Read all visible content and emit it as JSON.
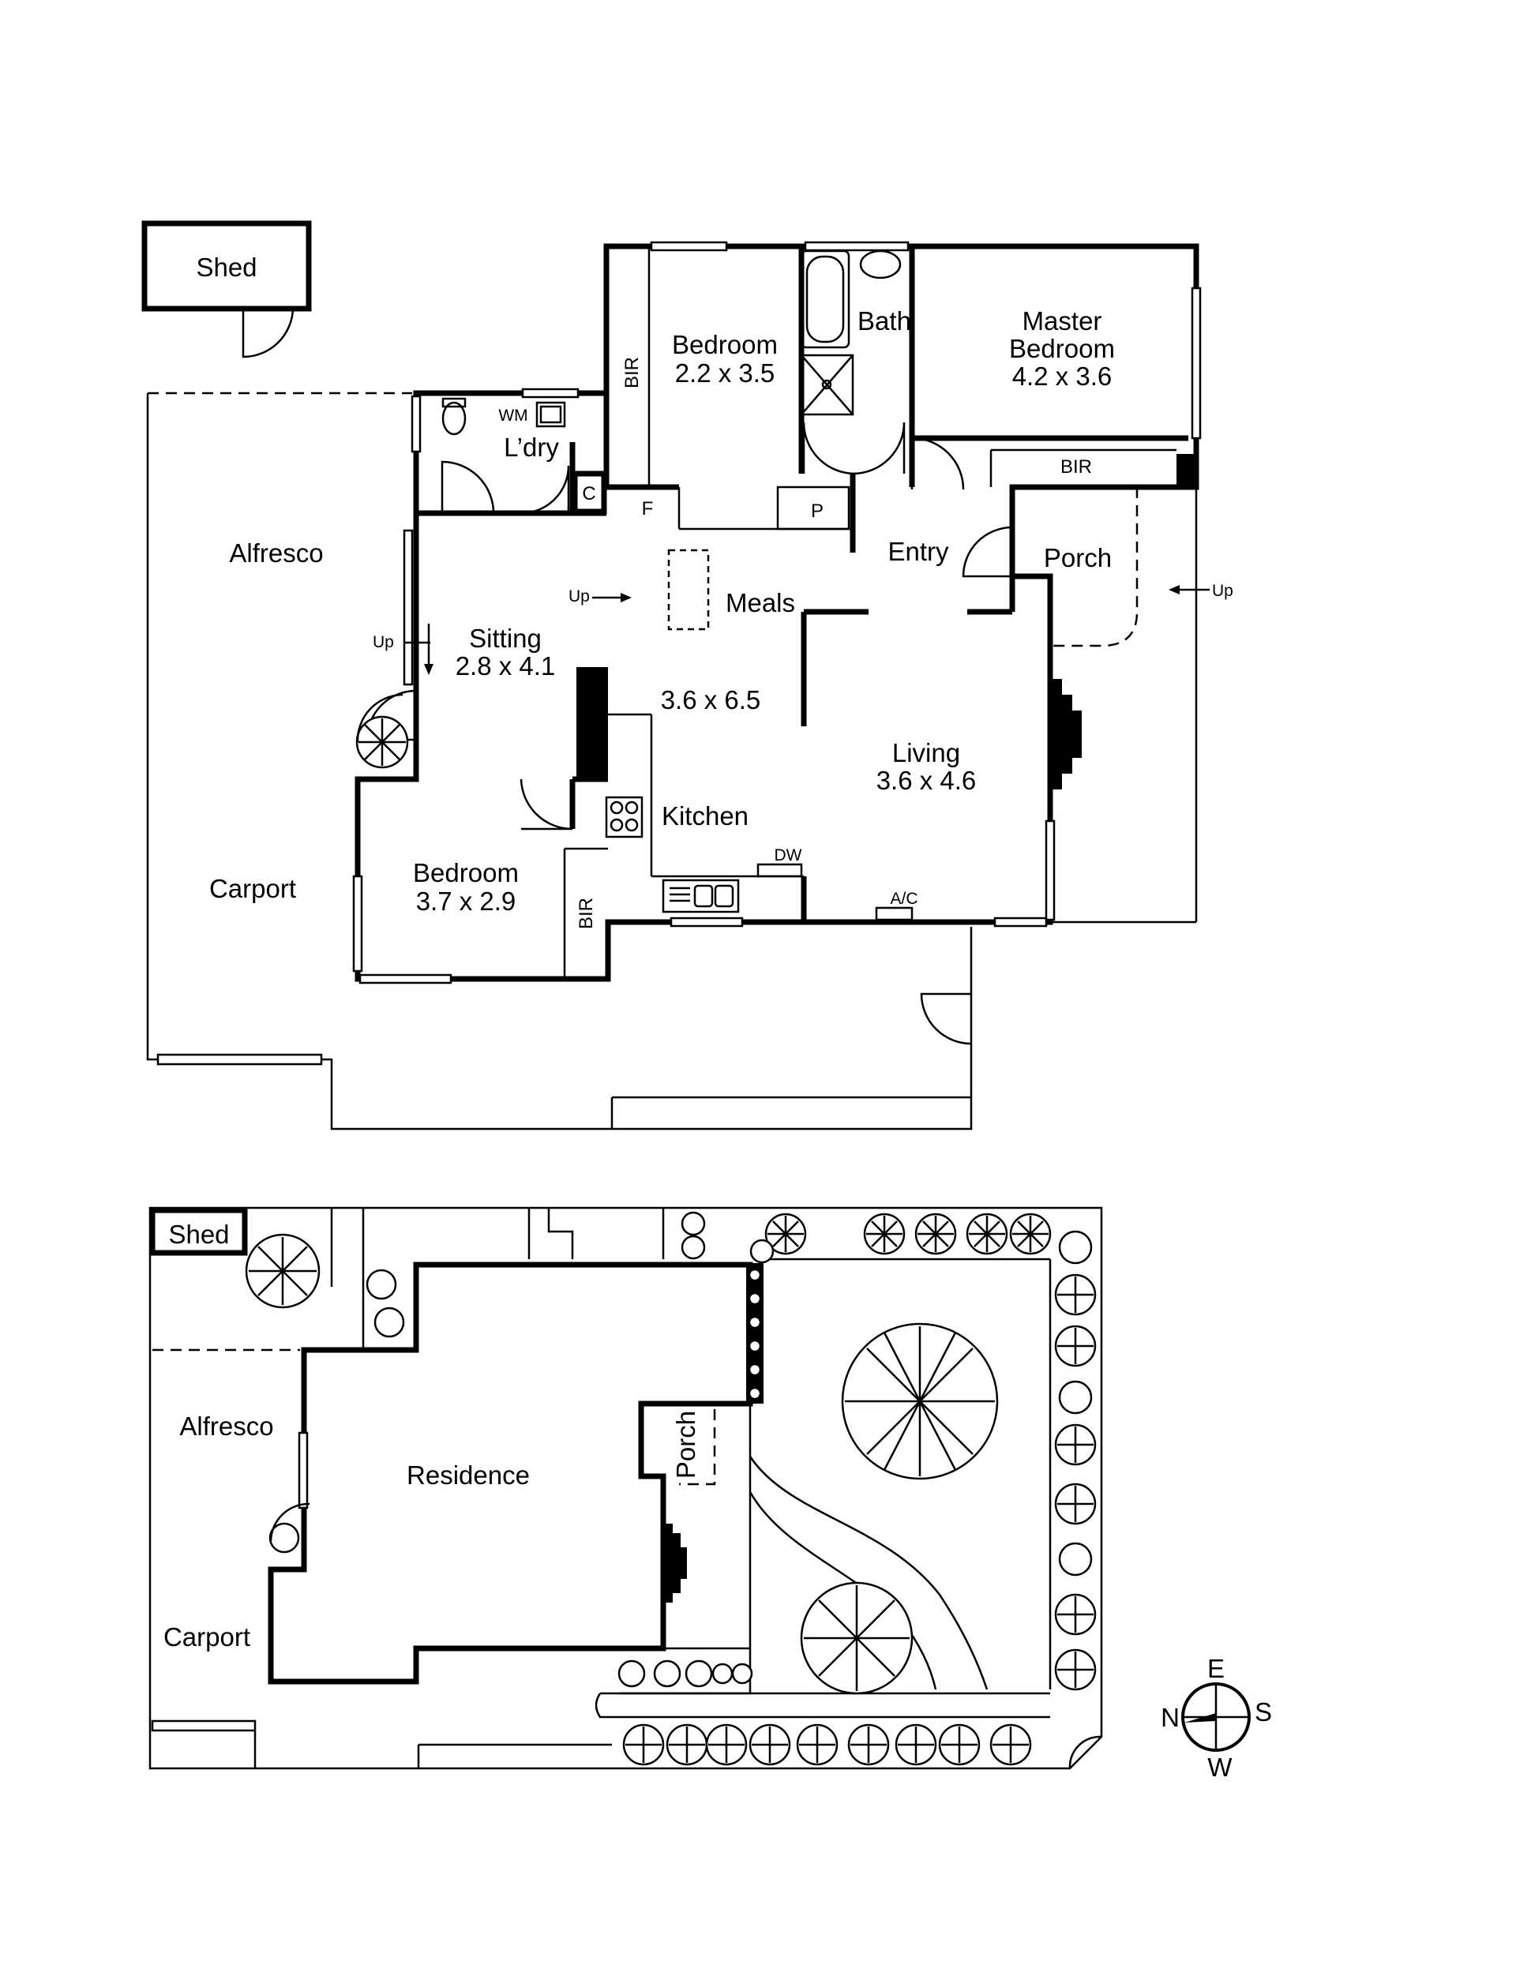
{
  "floor_plan": {
    "labels": {
      "shed": "Shed",
      "alfresco": "Alfresco",
      "carport": "Carport",
      "bedroom2_name": "Bedroom",
      "bedroom2_size": "2.2 x 3.5",
      "bath": "Bath",
      "master_line1": "Master",
      "master_line2": "Bedroom",
      "master_size": "4.2 x 3.6",
      "bir_master": "BIR",
      "bir_bed2": "BIR",
      "bir_bed3": "BIR",
      "wm": "WM",
      "laundry": "L’dry",
      "cupboard": "C",
      "fridge": "F",
      "pantry": "P",
      "entry": "Entry",
      "porch": "Porch",
      "up_porch": "Up",
      "up_meals": "Up",
      "up_sitting": "Up",
      "meals": "Meals",
      "sitting_name": "Sitting",
      "sitting_size": "2.8 x 4.1",
      "kitchen_meals_size": "3.6 x 6.5",
      "living_name": "Living",
      "living_size": "3.6 x 4.6",
      "kitchen": "Kitchen",
      "dw": "DW",
      "ac": "A/C",
      "bedroom3_name": "Bedroom",
      "bedroom3_size": "3.7 x 2.9"
    }
  },
  "site_plan": {
    "labels": {
      "shed": "Shed",
      "alfresco": "Alfresco",
      "carport": "Carport",
      "residence": "Residence",
      "porch": "Porch"
    }
  },
  "compass": {
    "n": "N",
    "e": "E",
    "s": "S",
    "w": "W"
  }
}
